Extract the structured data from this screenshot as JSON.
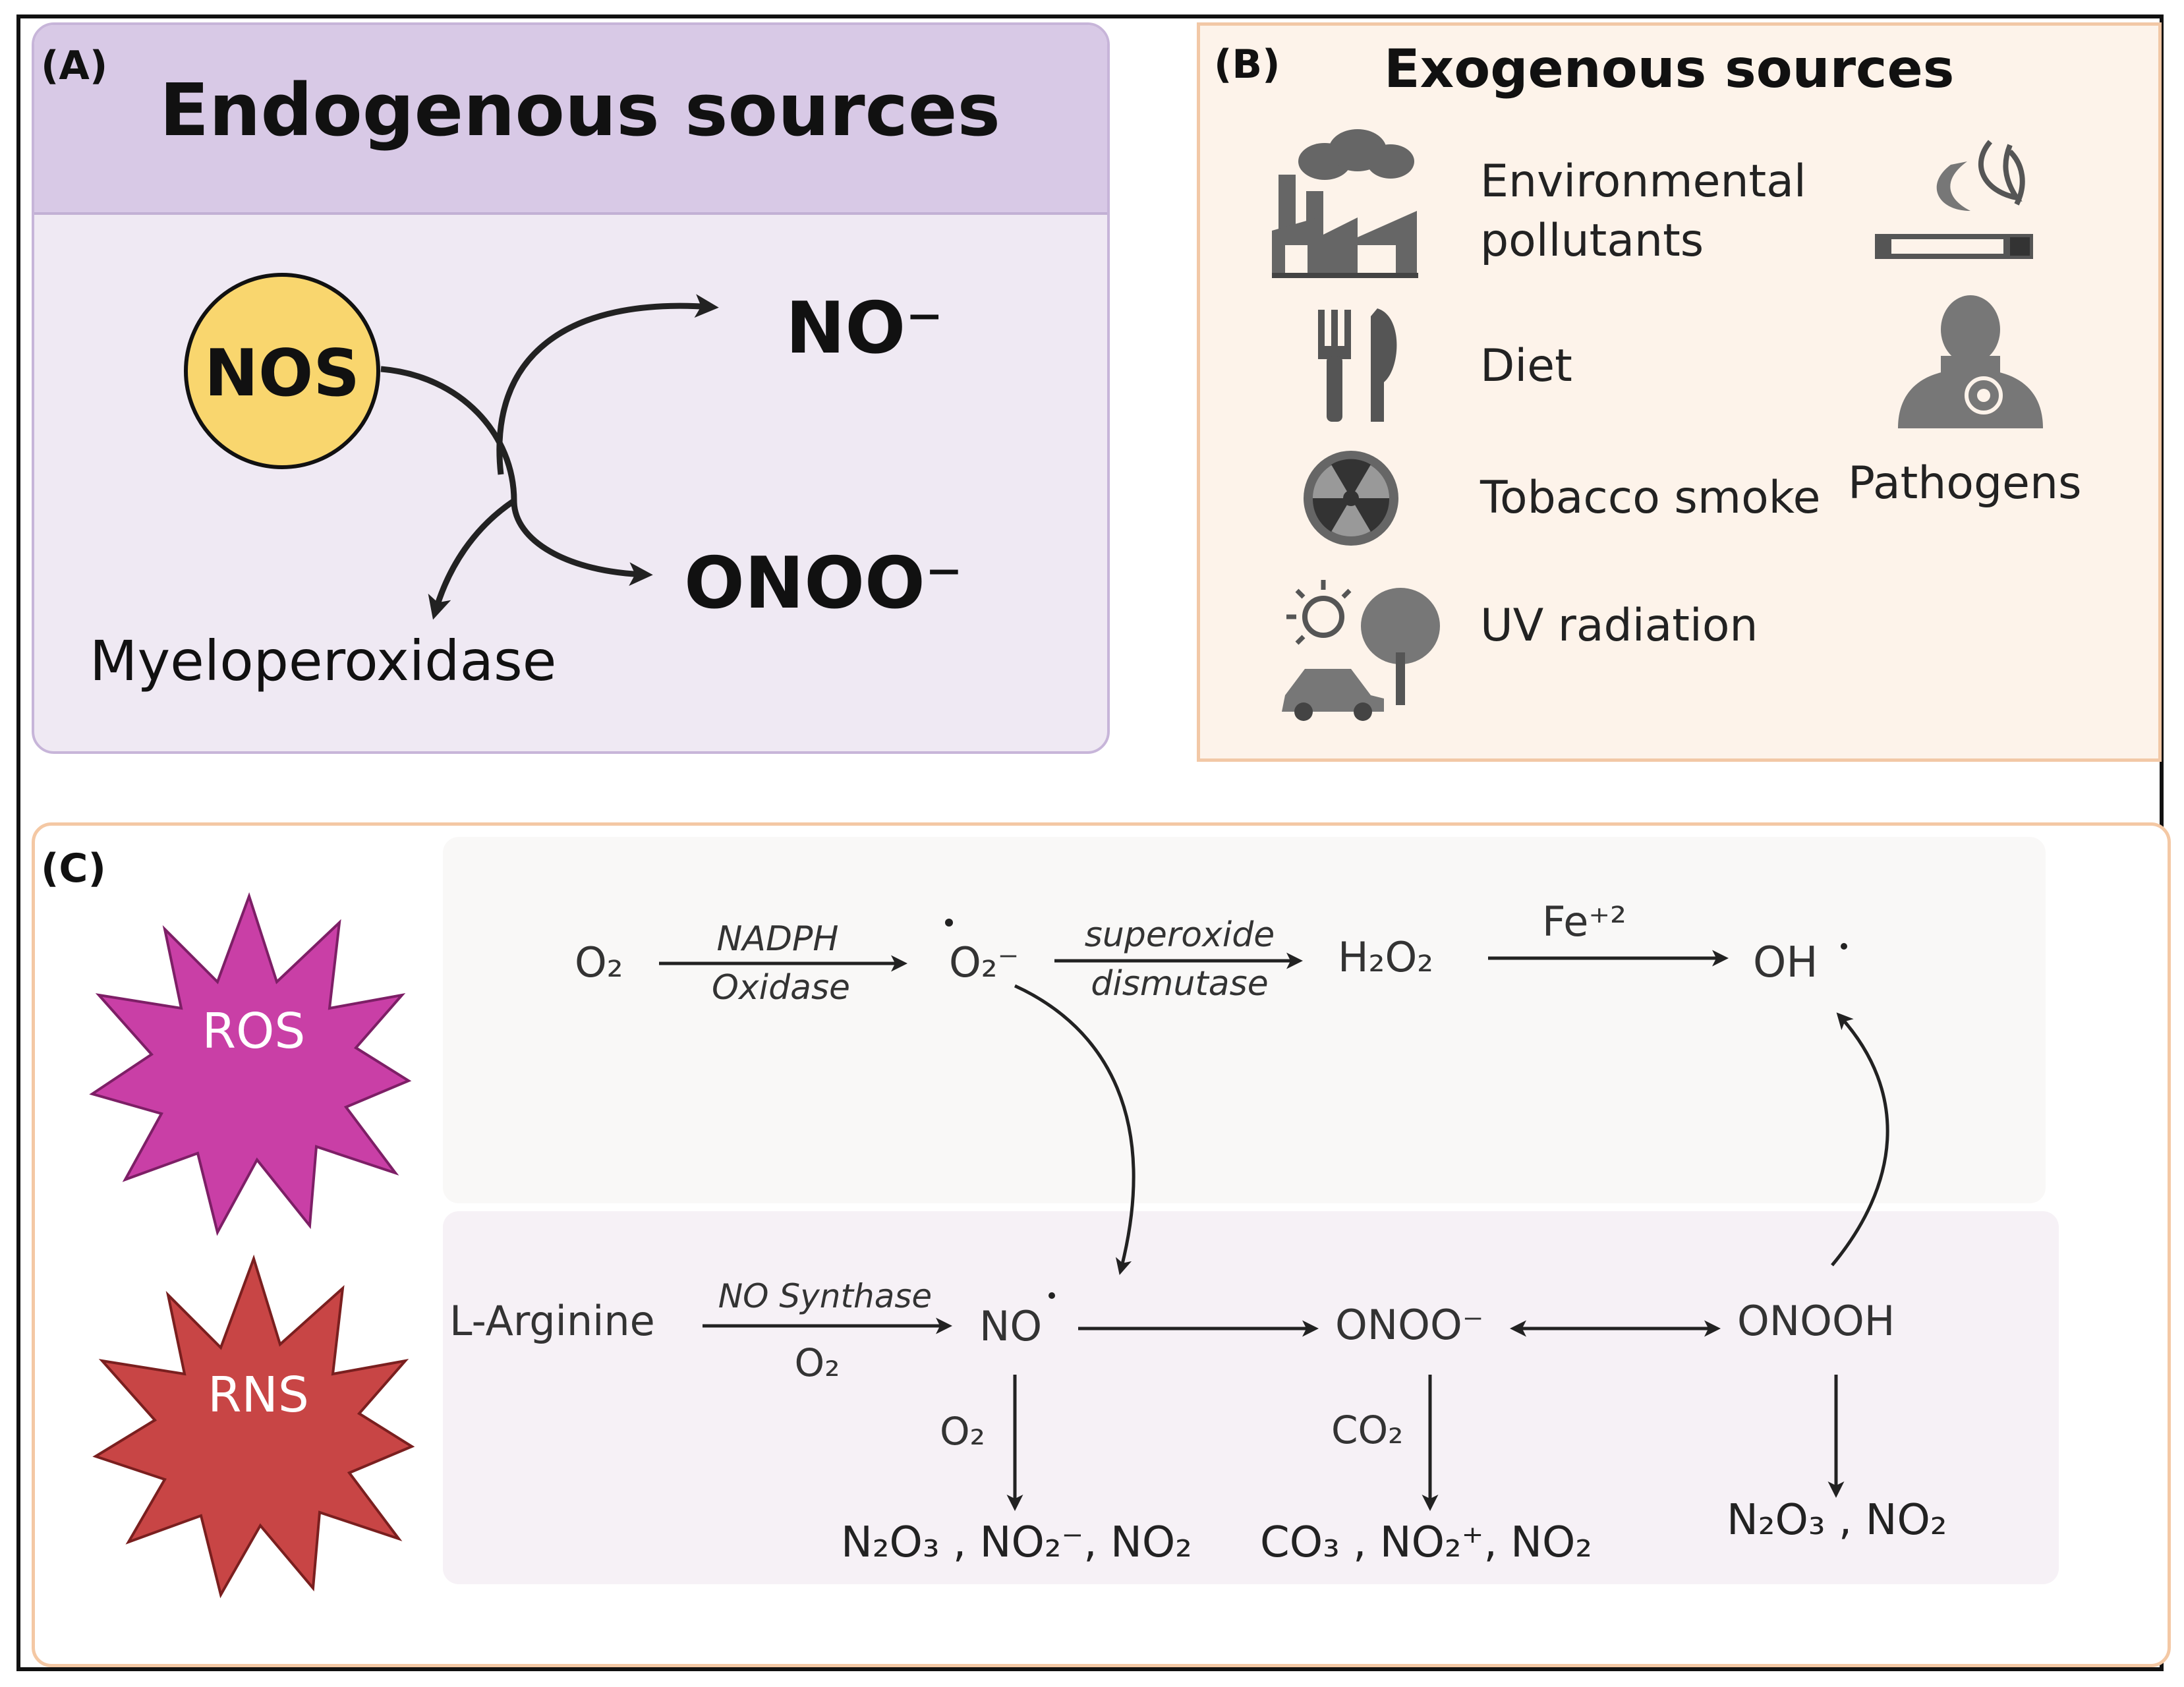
{
  "panel_a": {
    "label": "(A)",
    "title": "Endogenous sources",
    "enzyme": "NOS",
    "enzyme_color": "#f9d66e",
    "product_1": "NO⁻",
    "product_2": "ONOO⁻",
    "other": "Myeloperoxidase"
  },
  "panel_b": {
    "label": "(B)",
    "title": "Exogenous sources",
    "items": [
      {
        "label_line1": "Environmental",
        "label_line2": "pollutants",
        "icon": "factory-icon"
      },
      {
        "label": "Diet",
        "icon": "fork-knife-icon"
      },
      {
        "label": "Tobacco smoke",
        "icon": "radiation-icon"
      },
      {
        "label": "UV radiation",
        "icon": "sun-tree-car-icon"
      },
      {
        "label": "Pathogens",
        "icon": "person-icon"
      }
    ],
    "extra_icon": "cigarette-icon"
  },
  "panel_c": {
    "label": "(C)",
    "ros_label": "ROS",
    "ros_color": "#c93fa6",
    "rns_label": "RNS",
    "rns_color": "#c84545",
    "ros_path": {
      "o2": "O₂",
      "enzyme1_line1": "NADPH",
      "enzyme1_line2": "Oxidase",
      "superoxide": "O₂⁻",
      "enzyme2_line1": "superoxide",
      "enzyme2_line2": "dismutase",
      "h2o2": "H₂O₂",
      "catalyst": "Fe⁺²",
      "hydroxyl": "OH"
    },
    "rns_path": {
      "substrate": "L-Arginine",
      "enzyme_line1": "NO Synthase",
      "enzyme_line2": "O₂",
      "no": "NO",
      "peroxynitrite": "ONOO⁻",
      "acid": "ONOOH",
      "no_reagent": "O₂",
      "no_products": "N₂O₃ , NO₂⁻, NO₂",
      "onoo_reagent": "CO₂",
      "onoo_products": "CO₃  , NO₂⁺, NO₂",
      "acid_products": "N₂O₃ , NO₂"
    }
  }
}
